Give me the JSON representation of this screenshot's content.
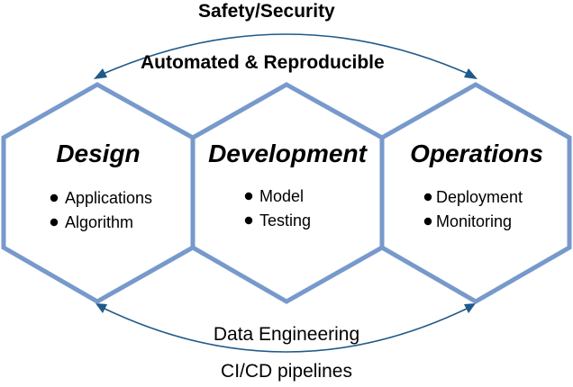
{
  "top_arc": {
    "outer_label": "Safety/Security",
    "inner_label": "Automated & Reproducible"
  },
  "bottom_arc": {
    "inner_label": "Data Engineering",
    "outer_label": "CI/CD pipelines"
  },
  "stages": [
    {
      "title": "Design",
      "items": [
        "Applications",
        "Algorithm"
      ]
    },
    {
      "title": "Development",
      "items": [
        "Model",
        "Testing"
      ]
    },
    {
      "title": "Operations",
      "items": [
        "Deployment",
        "Monitoring"
      ]
    }
  ],
  "colors": {
    "hexagon_stroke": "#7799cc",
    "arrow": "#1f5a8a",
    "text": "#000000"
  },
  "icons": {
    "bullet": "bullet-dot-icon",
    "arrowhead": "arrowhead-icon"
  }
}
